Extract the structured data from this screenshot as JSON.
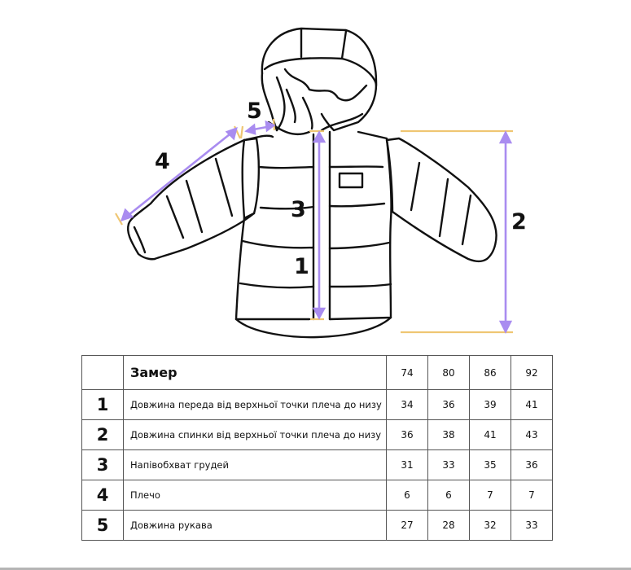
{
  "diagram": {
    "title": "Jacket measurement diagram",
    "colors": {
      "arrow": "#a98cf0",
      "guide": "#efc673",
      "outline": "#111111"
    },
    "labels": [
      {
        "id": "1",
        "text": "1"
      },
      {
        "id": "2",
        "text": "2"
      },
      {
        "id": "3",
        "text": "3"
      },
      {
        "id": "4",
        "text": "4"
      },
      {
        "id": "5",
        "text": "5"
      }
    ]
  },
  "table": {
    "header": {
      "number": "",
      "label": "Замер",
      "sizes": [
        "74",
        "80",
        "86",
        "92"
      ]
    },
    "rows": [
      {
        "number": "1",
        "label": "Довжина переда від верхньої точки плеча до низу",
        "values": [
          "34",
          "36",
          "39",
          "41"
        ]
      },
      {
        "number": "2",
        "label": "Довжина спинки від верхньої точки плеча до низу",
        "values": [
          "36",
          "38",
          "41",
          "43"
        ]
      },
      {
        "number": "3",
        "label": "Напівобхват грудей",
        "values": [
          "31",
          "33",
          "35",
          "36"
        ]
      },
      {
        "number": "4",
        "label": "Плечо",
        "values": [
          "6",
          "6",
          "7",
          "7"
        ]
      },
      {
        "number": "5",
        "label": "Довжина рукава",
        "values": [
          "27",
          "28",
          "32",
          "33"
        ]
      }
    ]
  }
}
